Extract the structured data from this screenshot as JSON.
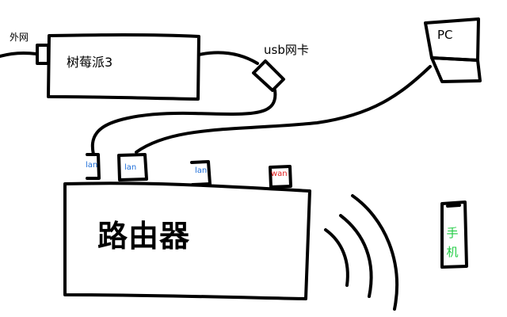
{
  "labels": {
    "external_network": "外网",
    "raspberry_pi": "树莓派3",
    "usb_nic": "usb网卡",
    "pc": "PC",
    "router": "路由器",
    "phone": "手机"
  },
  "router_ports": [
    {
      "label": "lan",
      "color": "#1e6fd9"
    },
    {
      "label": "lan",
      "color": "#1e6fd9"
    },
    {
      "label": "lan",
      "color": "#1e6fd9"
    },
    {
      "label": "wan",
      "color": "#e02020"
    }
  ],
  "colors": {
    "ink": "#000000",
    "lan": "#1e6fd9",
    "wan": "#e02020",
    "phone": "#22cc44"
  }
}
